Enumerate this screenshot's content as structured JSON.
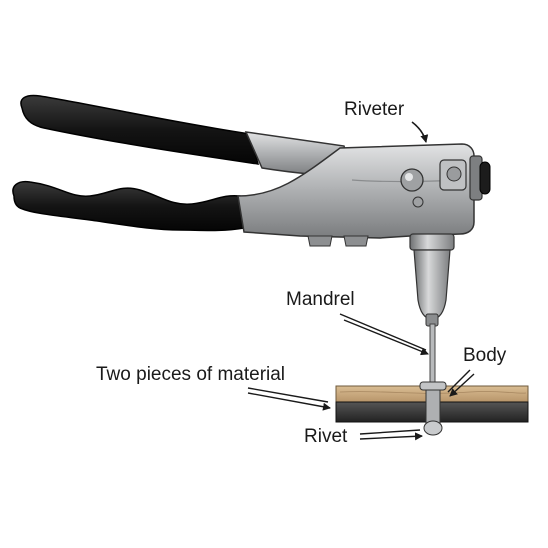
{
  "labels": {
    "riveter": "Riveter",
    "mandrel": "Mandrel",
    "body": "Body",
    "material": "Two pieces of material",
    "rivet": "Rivet"
  },
  "colors": {
    "handle": "#1c1c1c",
    "metal": "#a9abad",
    "metal_dark": "#6f7173",
    "wood": "#c9a97e",
    "sheet": "#3a3a3a",
    "ink": "#1a1a1a"
  }
}
